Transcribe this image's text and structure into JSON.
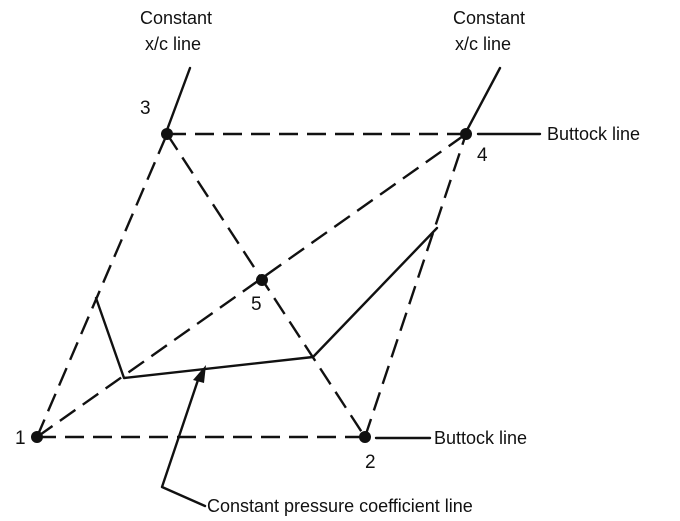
{
  "labels": {
    "constant_xc_left_line1": "Constant",
    "constant_xc_left_line2": "x/c line",
    "constant_xc_right_line1": "Constant",
    "constant_xc_right_line2": "x/c line",
    "buttock_top": "Buttock line",
    "buttock_bottom": "Buttock line",
    "pressure_line": "Constant pressure coefficient line"
  },
  "points": {
    "p1": "1",
    "p2": "2",
    "p3": "3",
    "p4": "4",
    "p5": "5"
  },
  "colors": {
    "ink": "#111111",
    "background": "#ffffff"
  }
}
